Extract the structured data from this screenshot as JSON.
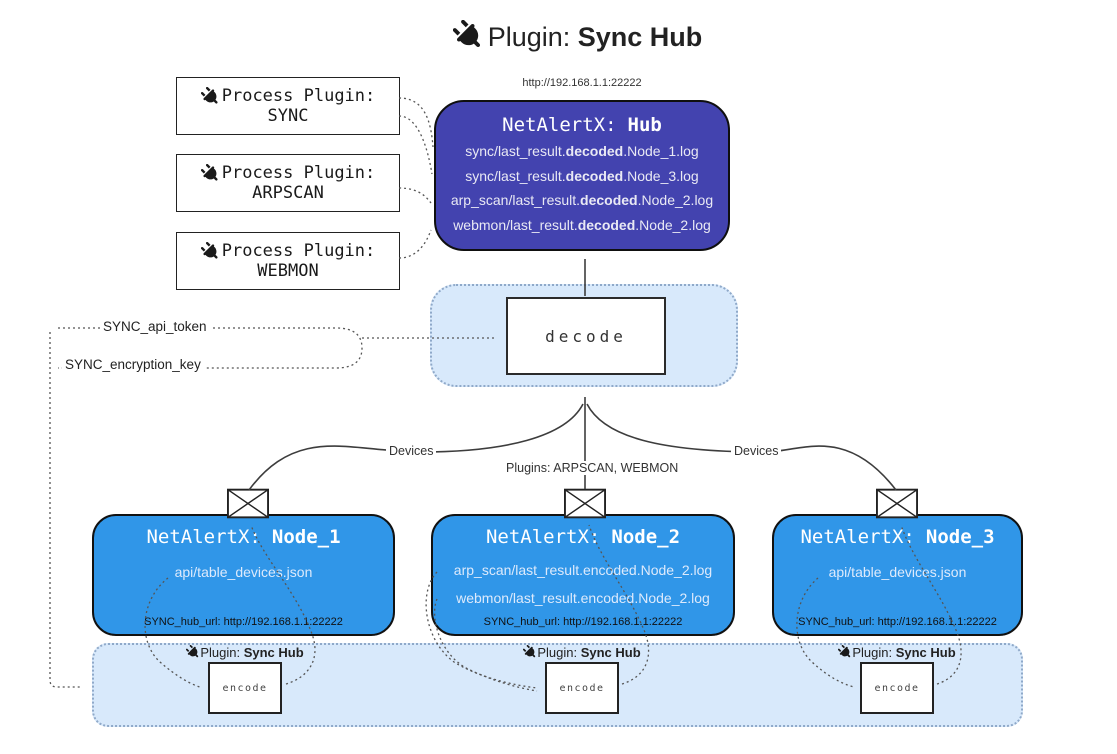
{
  "title": {
    "prefix": "Plugin:",
    "name": "Sync Hub"
  },
  "process_plugins": [
    {
      "label": "Process Plugin:",
      "name": "SYNC"
    },
    {
      "label": "Process Plugin:",
      "name": "ARPSCAN"
    },
    {
      "label": "Process Plugin:",
      "name": "WEBMON"
    }
  ],
  "hub": {
    "url": "http://192.168.1.1:22222",
    "title_prefix": "NetAlertX:",
    "title_name": "Hub",
    "logs": [
      {
        "pre": "sync/last_result.",
        "bold": "decoded",
        "post": ".Node_1.log"
      },
      {
        "pre": "sync/last_result.",
        "bold": "decoded",
        "post": ".Node_3.log"
      },
      {
        "pre": "arp_scan/last_result.",
        "bold": "decoded",
        "post": ".Node_2.log"
      },
      {
        "pre": "webmon/last_result.",
        "bold": "decoded",
        "post": ".Node_2.log"
      }
    ]
  },
  "decode": {
    "label": "decode"
  },
  "tokens": {
    "api_token": "SYNC_api_token",
    "encryption_key": "SYNC_encryption_key"
  },
  "edges": {
    "devices_left": "Devices",
    "devices_right": "Devices",
    "plugins_center": "Plugins: ARPSCAN, WEBMON"
  },
  "nodes": [
    {
      "title_prefix": "NetAlertX:",
      "title_name": "Node_1",
      "lines": [
        "api/table_devices.json"
      ],
      "hub_url": "SYNC_hub_url: http://192.168.1.1:22222"
    },
    {
      "title_prefix": "NetAlertX:",
      "title_name": "Node_2",
      "lines": [
        "arp_scan/last_result.encoded.Node_2.log",
        "webmon/last_result.encoded.Node_2.log"
      ],
      "hub_url": "SYNC_hub_url: http://192.168.1.1:22222"
    },
    {
      "title_prefix": "NetAlertX:",
      "title_name": "Node_3",
      "lines": [
        "api/table_devices.json"
      ],
      "hub_url": "SYNC_hub_url: http://192.168.1.1:22222"
    }
  ],
  "sync_hub_plugins": [
    {
      "label_prefix": "Plugin:",
      "label_name": "Sync Hub",
      "box_label": "encode"
    },
    {
      "label_prefix": "Plugin:",
      "label_name": "Sync Hub",
      "box_label": "encode"
    },
    {
      "label_prefix": "Plugin:",
      "label_name": "Sync Hub",
      "box_label": "encode"
    }
  ],
  "colors": {
    "hub_fill": "#4343af",
    "node_fill": "#3096e8",
    "panel_fill": "#d8e9fb",
    "panel_border": "#8fa9c9",
    "arrow_dark": "#36474f"
  }
}
